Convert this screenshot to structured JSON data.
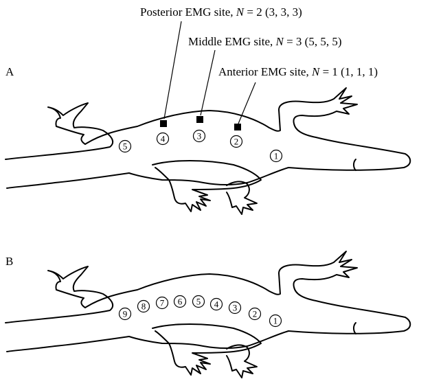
{
  "panels": [
    {
      "label": "A",
      "sites": [
        "1",
        "2",
        "3",
        "4",
        "5"
      ],
      "emg_labels": [
        {
          "prefix": "Posterior EMG site, ",
          "var": "N",
          "suffix": " = 2 (3, 3, 3)"
        },
        {
          "prefix": "Middle EMG site, ",
          "var": "N",
          "suffix": " = 3 (5, 5, 5)"
        },
        {
          "prefix": "Anterior EMG site, ",
          "var": "N",
          "suffix": " = 1 (1, 1, 1)"
        }
      ]
    },
    {
      "label": "B",
      "sites": [
        "1",
        "2",
        "3",
        "4",
        "5",
        "6",
        "7",
        "8",
        "9"
      ]
    }
  ]
}
